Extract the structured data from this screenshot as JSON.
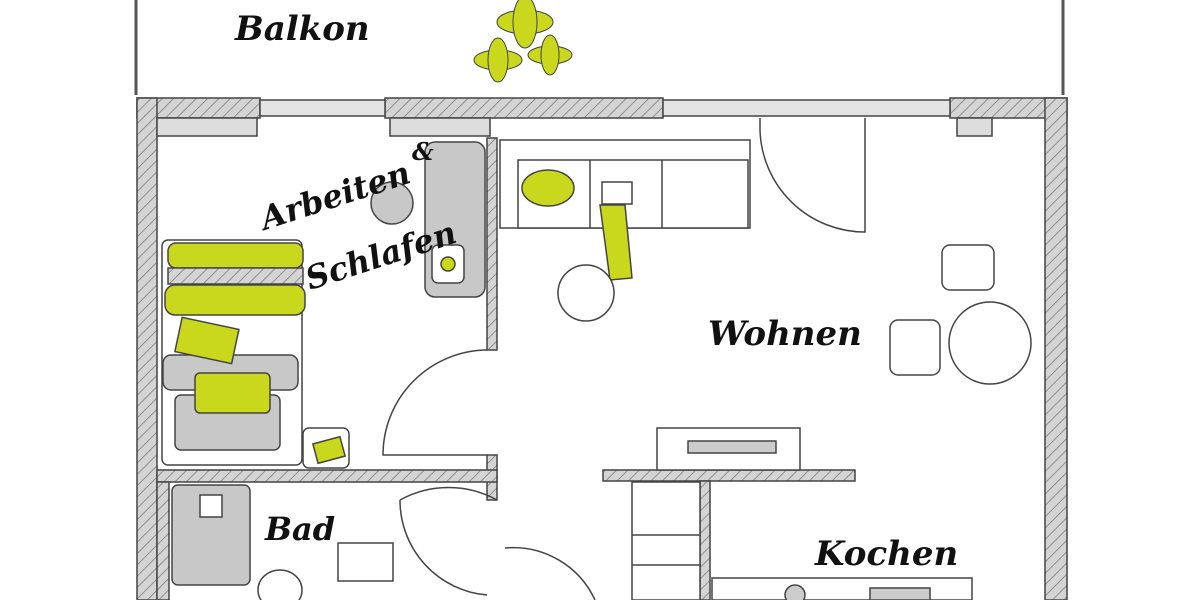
{
  "rooms": {
    "balcony": "Balkon",
    "bedroom_line1": "Arbeiten",
    "bedroom_amp": "&",
    "bedroom_line2": "Schlafen",
    "living": "Wohnen",
    "bath": "Bad",
    "kitchen": "Kochen"
  },
  "colors": {
    "accent": "#c9d81c",
    "wall": "#d0d0d0",
    "furniture": "#c8c8c8",
    "line": "#333333"
  }
}
